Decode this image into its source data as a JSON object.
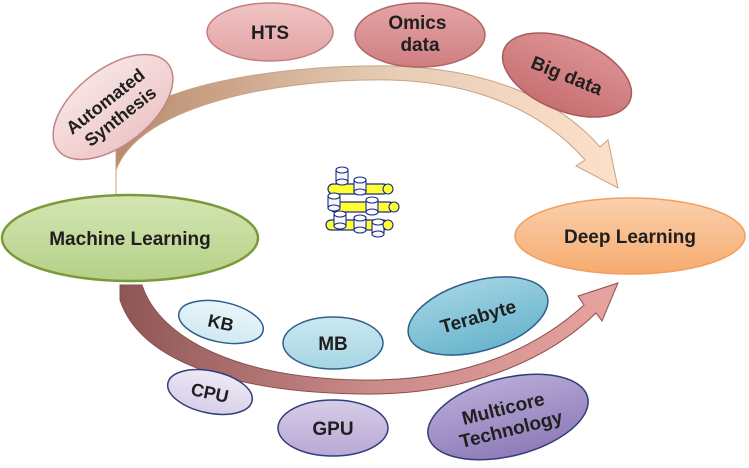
{
  "nodes": {
    "machine_learning": "Machine Learning",
    "deep_learning": "Deep Learning"
  },
  "data_sources": {
    "automated_synthesis": [
      "Automated",
      "Synthesis"
    ],
    "hts": "HTS",
    "omics_data": [
      "Omics",
      "data"
    ],
    "big_data": "Big data"
  },
  "data_sizes": {
    "kb": "KB",
    "mb": "MB",
    "terabyte": "Terabyte"
  },
  "hardware": {
    "cpu": "CPU",
    "gpu": "GPU",
    "multicore": [
      "Multicore",
      "Technology"
    ]
  },
  "icons": {
    "center": "database-cluster-icon"
  },
  "colors": {
    "machine_learning_fill": "#c5dc9f",
    "machine_learning_stroke": "#7a9a3a",
    "deep_learning_fill": "#f9bf8f",
    "pink_light": "#f3d3d3",
    "pink_mid": "#e9b1b0",
    "pink_dark": "#d9898a",
    "blue_light": "#dbeef4",
    "blue_mid": "#b7dde8",
    "blue_dark": "#7fc3d8",
    "purple_light": "#e3dcee",
    "purple_mid": "#c6b8dc",
    "purple_dark": "#a08ec5",
    "cylinder_yellow": "#ffff33"
  }
}
